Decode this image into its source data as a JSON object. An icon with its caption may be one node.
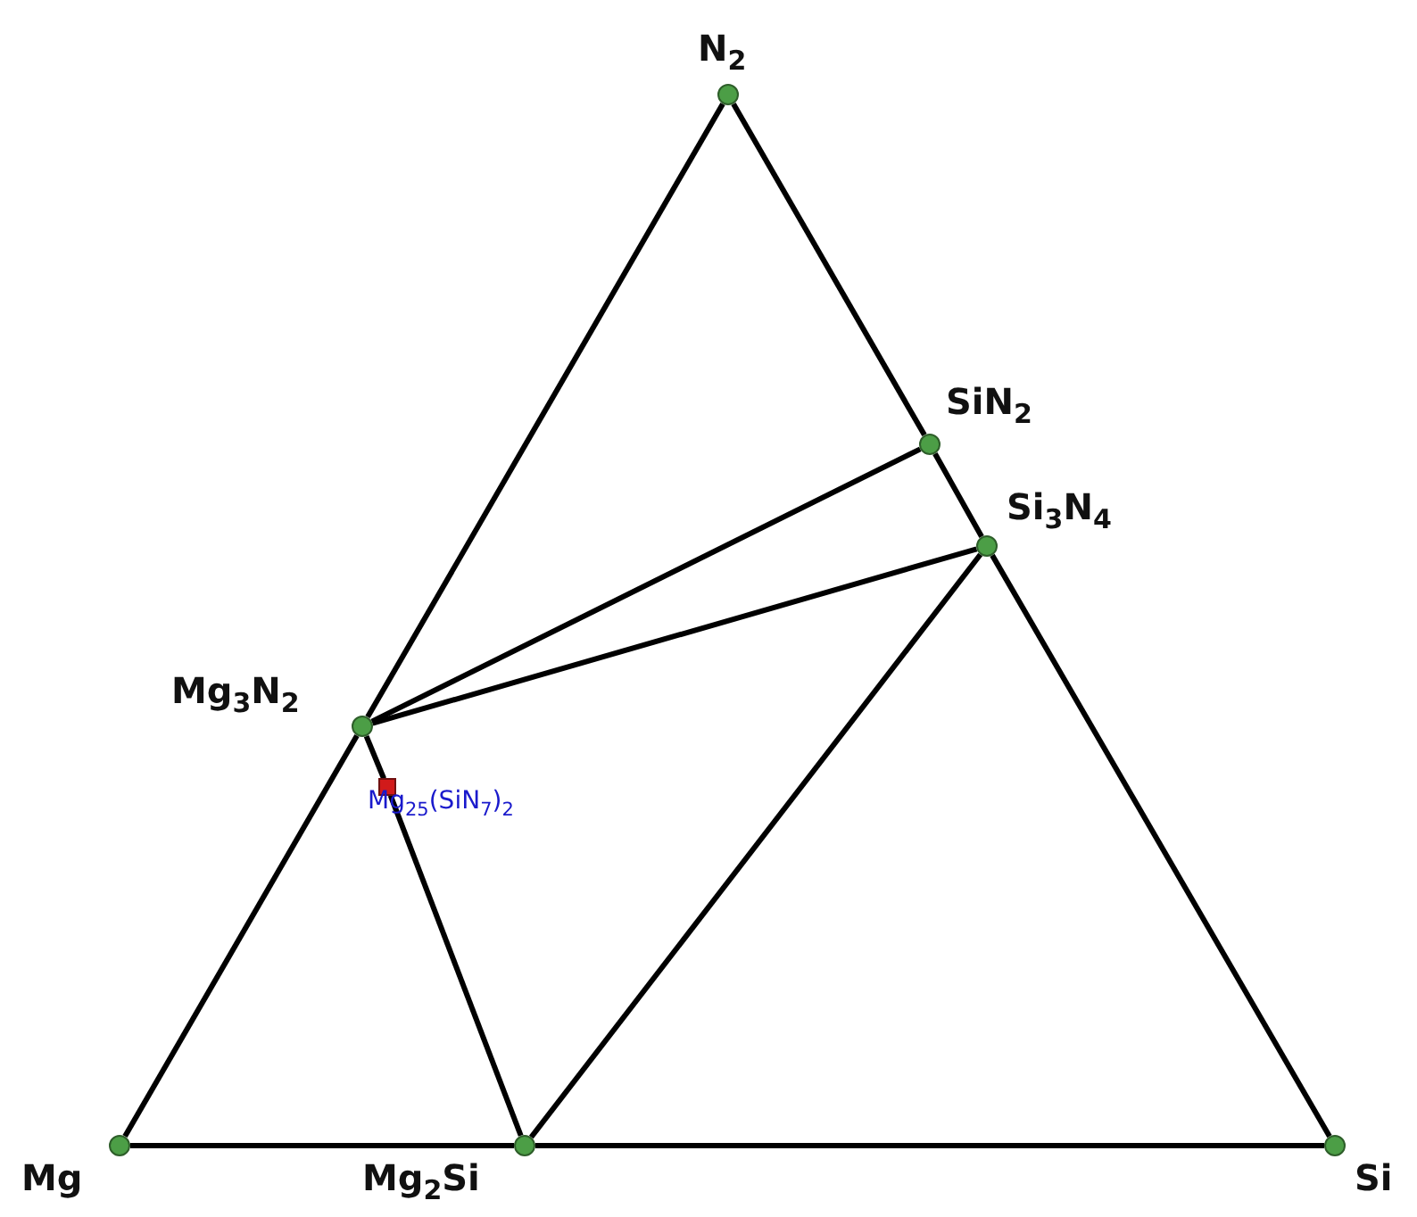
{
  "diagram": {
    "nodes": [
      {
        "text": [
          "N$_{2}$"
        ]
      },
      {
        "text": [
          "SiN$_{2}$"
        ]
      },
      {
        "text": [
          "Si$_{3}$N$_{4}$"
        ]
      },
      {
        "text": [
          "Mg$_{3}$N$_{2}$"
        ]
      },
      {
        "text": [
          "Mg$_{25}$(SiN$_{7}$)$_{2}$"
        ]
      },
      {
        "text": [
          "Mg"
        ]
      },
      {
        "text": [
          "Mg$_{2}$Si"
        ]
      },
      {
        "text": [
          "Si"
        ]
      }
    ],
    "edges": [
      {
        "from": 0,
        "to": 1,
        "arrow": "none"
      },
      {
        "from": 1,
        "to": 2,
        "arrow": "none"
      },
      {
        "from": 2,
        "to": 7,
        "arrow": "none"
      },
      {
        "from": 0,
        "to": 3,
        "arrow": "none"
      },
      {
        "from": 3,
        "to": 5,
        "arrow": "none"
      },
      {
        "from": 5,
        "to": 6,
        "arrow": "none"
      },
      {
        "from": 6,
        "to": 7,
        "arrow": "none"
      },
      {
        "from": 3,
        "to": 1,
        "arrow": "none"
      },
      {
        "from": 3,
        "to": 2,
        "arrow": "none"
      },
      {
        "from": 2,
        "to": 6,
        "arrow": "none"
      },
      {
        "from": 3,
        "to": 4,
        "arrow": "none"
      },
      {
        "from": 4,
        "to": 6,
        "arrow": "none"
      }
    ]
  }
}
